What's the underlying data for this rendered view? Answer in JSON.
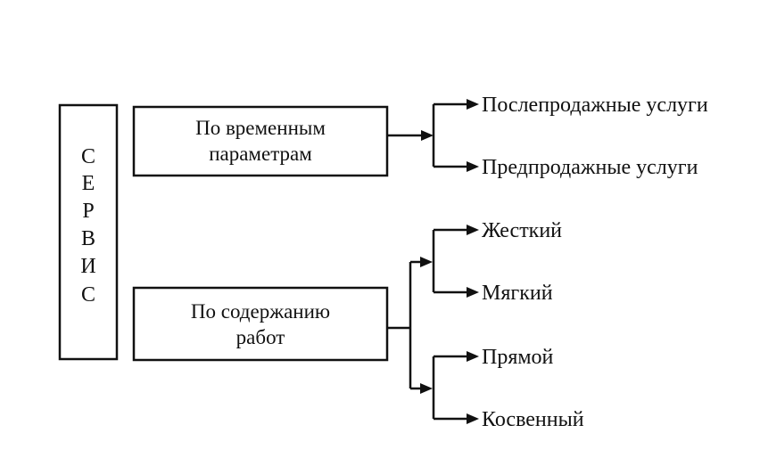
{
  "root": {
    "letters": [
      "С",
      "Е",
      "Р",
      "В",
      "И",
      "С"
    ]
  },
  "categories": [
    {
      "label_lines": [
        "По временным",
        "параметрам"
      ],
      "groups": [
        {
          "items": [
            "Послепродажные услуги",
            "Предпродажные услуги"
          ]
        }
      ]
    },
    {
      "label_lines": [
        "По содержанию",
        "работ"
      ],
      "groups": [
        {
          "items": [
            "Жесткий",
            "Мягкий"
          ]
        },
        {
          "items": [
            "Прямой",
            "Косвенный"
          ]
        }
      ]
    }
  ],
  "colors": {
    "line": "#111111",
    "background": "#ffffff"
  }
}
